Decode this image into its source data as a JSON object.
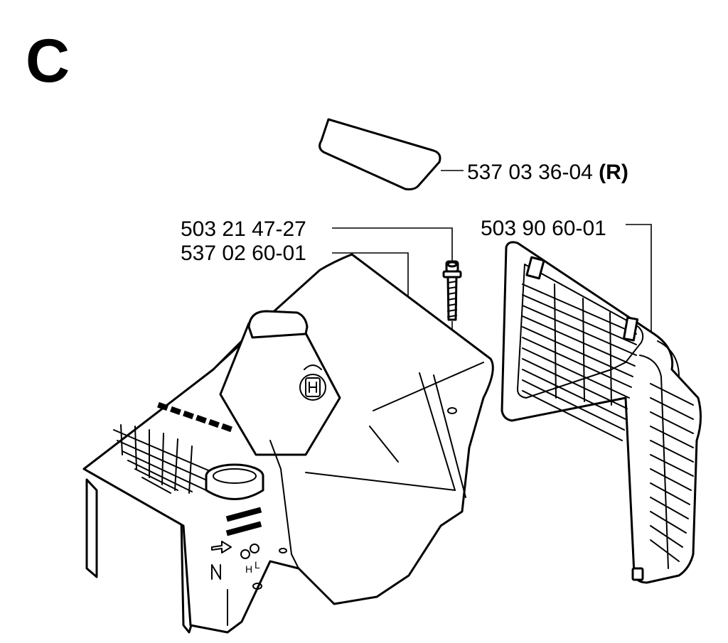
{
  "section": "C",
  "parts": [
    {
      "id": "decal",
      "number": "537 03 36-04",
      "suffix": "(R)"
    },
    {
      "id": "screw",
      "number": "503 21 47-27",
      "suffix": ""
    },
    {
      "id": "cylinder-cover",
      "number": "537 02 60-01",
      "suffix": ""
    },
    {
      "id": "grille",
      "number": "503 90 60-01",
      "suffix": ""
    }
  ],
  "cover_markings": {
    "high": "H",
    "low": "L"
  },
  "colors": {
    "line": "#000000",
    "background": "#ffffff"
  }
}
